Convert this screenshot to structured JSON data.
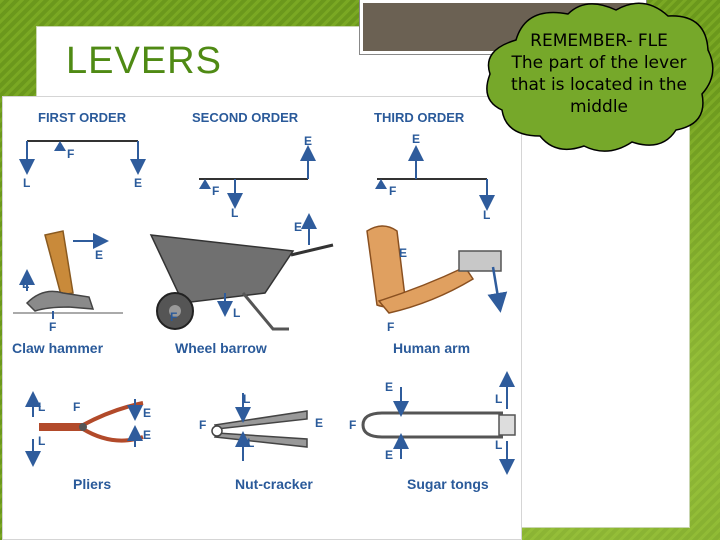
{
  "slide": {
    "title": "LEVERS"
  },
  "callout": {
    "line1": "REMEMBER- FLE",
    "line2": "The part of the lever",
    "line3": "that is located in the",
    "line4": "middle"
  },
  "diagram": {
    "headers": {
      "first": "FIRST ORDER",
      "second": "SECOND ORDER",
      "third": "THIRD ORDER"
    },
    "examples": {
      "claw_hammer": "Claw hammer",
      "wheel_barrow": "Wheel barrow",
      "human_arm": "Human arm",
      "pliers": "Pliers",
      "nut_cracker": "Nut-cracker",
      "sugar_tongs": "Sugar tongs"
    },
    "letters": {
      "L": "L",
      "E": "E",
      "F": "F"
    }
  },
  "colors": {
    "label_blue": "#2a5a9a",
    "slide_green": "#6c9a1e",
    "title_green": "#4f8a14",
    "arrow_blue": "#2f5c9c"
  }
}
